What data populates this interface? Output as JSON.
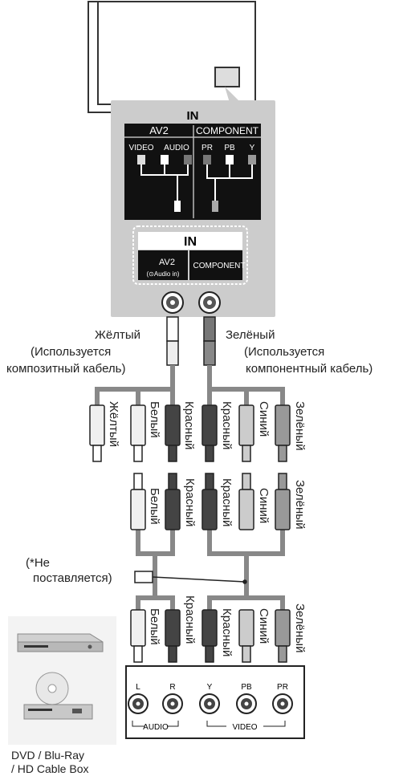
{
  "panel_in_title": "IN",
  "av2_header": "AV2",
  "component_header": "COMPONENT",
  "jack_video": "VIDEO",
  "jack_audio": "AUDIO",
  "jack_pr": "PR",
  "jack_pb": "PB",
  "jack_y": "Y",
  "side_in_title": "IN",
  "side_av2": "AV2",
  "side_audio_in": "(⊙Audio in)",
  "side_component": "COMPONENT",
  "yellow_left": "Жёлтый",
  "composite_note_1": "(Используется",
  "composite_note_2": "композитный кабель)",
  "green_right": "Зелёный",
  "component_note_1": "(Используется",
  "component_note_2": "компонентный кабель)",
  "row1_labels": [
    "Жёлтый",
    "Белый",
    "Красный",
    "Красный",
    "Синий",
    "Зелёный"
  ],
  "row2_labels": [
    "Белый",
    "Красный",
    "Красный",
    "Синий",
    "Зелёный"
  ],
  "row3_labels": [
    "Белый",
    "Красный",
    "Красный",
    "Синий",
    "Зелёный"
  ],
  "not_supplied_1": "(*Не",
  "not_supplied_2": "поставляется)",
  "bottom_jacks": [
    "L",
    "R",
    "Y",
    "PB",
    "PR"
  ],
  "audio_group": "AUDIO",
  "video_group": "VIDEO",
  "device_label_1": "DVD / Blu-Ray",
  "device_label_2": "/ HD Cable Box"
}
